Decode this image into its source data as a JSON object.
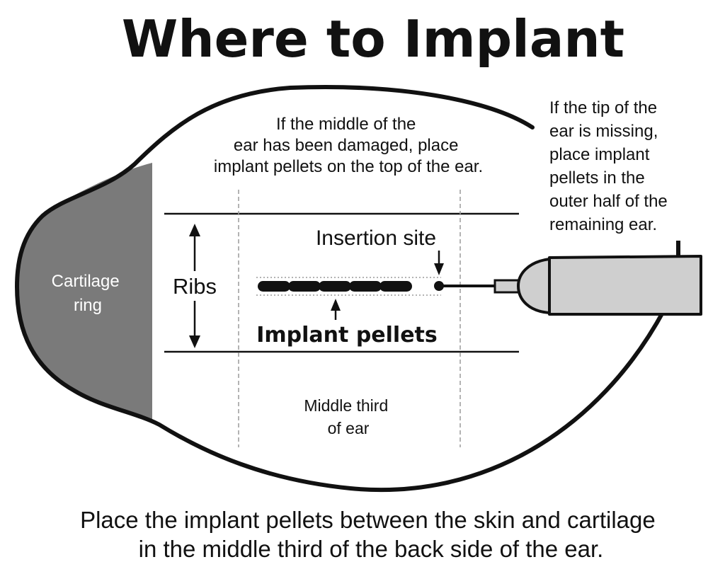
{
  "title": "Where to Implant",
  "top_note": [
    "If the middle of the",
    "ear has been damaged, place",
    "implant pellets on the top of the ear."
  ],
  "tip_note": [
    "If the tip of the",
    "ear is missing,",
    "place implant",
    "pellets in the",
    "outer half of the",
    "remaining ear."
  ],
  "cartilage_label": [
    "Cartilage",
    "ring"
  ],
  "ribs_label": "Ribs",
  "insertion_label": "Insertion site",
  "pellets_label": "Implant pellets",
  "middle_label": [
    "Middle third",
    "of ear"
  ],
  "caption": [
    "Place the implant pellets between the skin and cartilage",
    "in the middle third of the back side of the ear."
  ],
  "colors": {
    "ink": "#111111",
    "cartilage_fill": "#7a7a7a",
    "applicator_fill": "#cfcfcf",
    "guide_line": "#9a9a9a"
  },
  "icons": [
    "ear-outline",
    "cartilage-ring",
    "implant-applicator",
    "up-arrow",
    "down-arrow"
  ]
}
